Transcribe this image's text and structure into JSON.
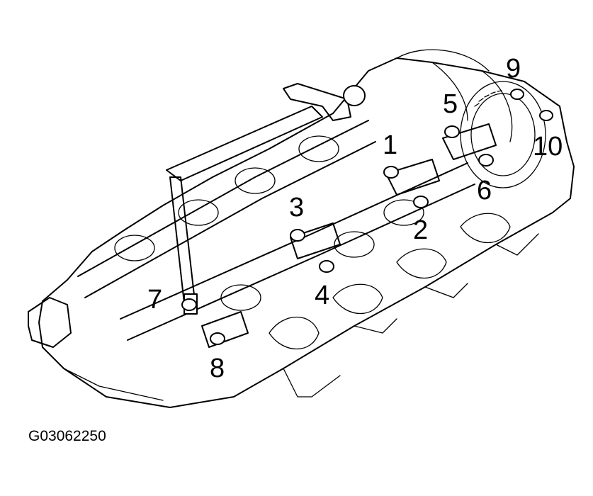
{
  "figure_id": "G03062250",
  "callouts": [
    "1",
    "2",
    "3",
    "4",
    "5",
    "6",
    "7",
    "8",
    "9",
    "10"
  ]
}
